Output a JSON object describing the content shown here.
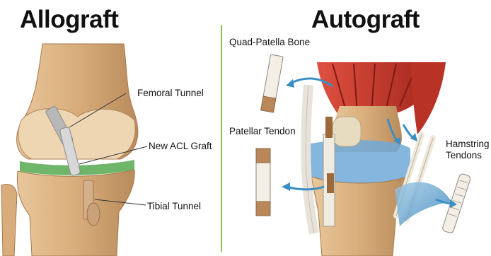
{
  "left_panel": {
    "title": "Allograft",
    "labels": {
      "femoral_tunnel": "Femoral Tunnel",
      "new_acl_graft": "New ACL Graft",
      "tibial_tunnel": "Tibial Tunnel"
    }
  },
  "right_panel": {
    "title": "Autograft",
    "labels": {
      "quad_patella_bone": "Quad-Patella Bone",
      "patellar_tendon": "Patellar Tendon",
      "hamstring_line1": "Hamstring",
      "hamstring_line2": "Tendons"
    }
  },
  "colors": {
    "divider": "#8cc04a",
    "bone": "#dcb486",
    "bone_dark": "#b78a5a",
    "cartilage": "#6fb56a",
    "muscle": "#c0392b",
    "arrow_blue": "#3a8fc4"
  }
}
